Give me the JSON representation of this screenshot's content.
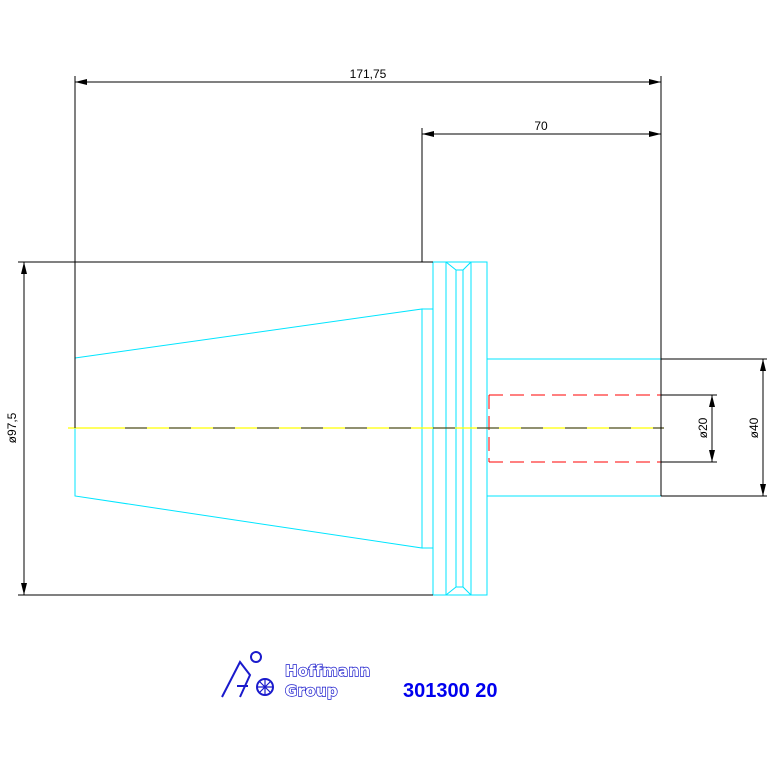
{
  "dimensions": {
    "overall_length": "171,75",
    "shank_length": "70",
    "flange_diameter": "ø97,5",
    "shank_diameter": "ø40",
    "bore_diameter": "ø20"
  },
  "logo": {
    "line1": "Hoffmann",
    "line2": "Group"
  },
  "part_number": "301300 20",
  "colors": {
    "outline": "#00e5ff",
    "centerline": "#ffff00",
    "hidden": "#ff0000",
    "dimension": "#000000",
    "brand": "#0000ee"
  }
}
